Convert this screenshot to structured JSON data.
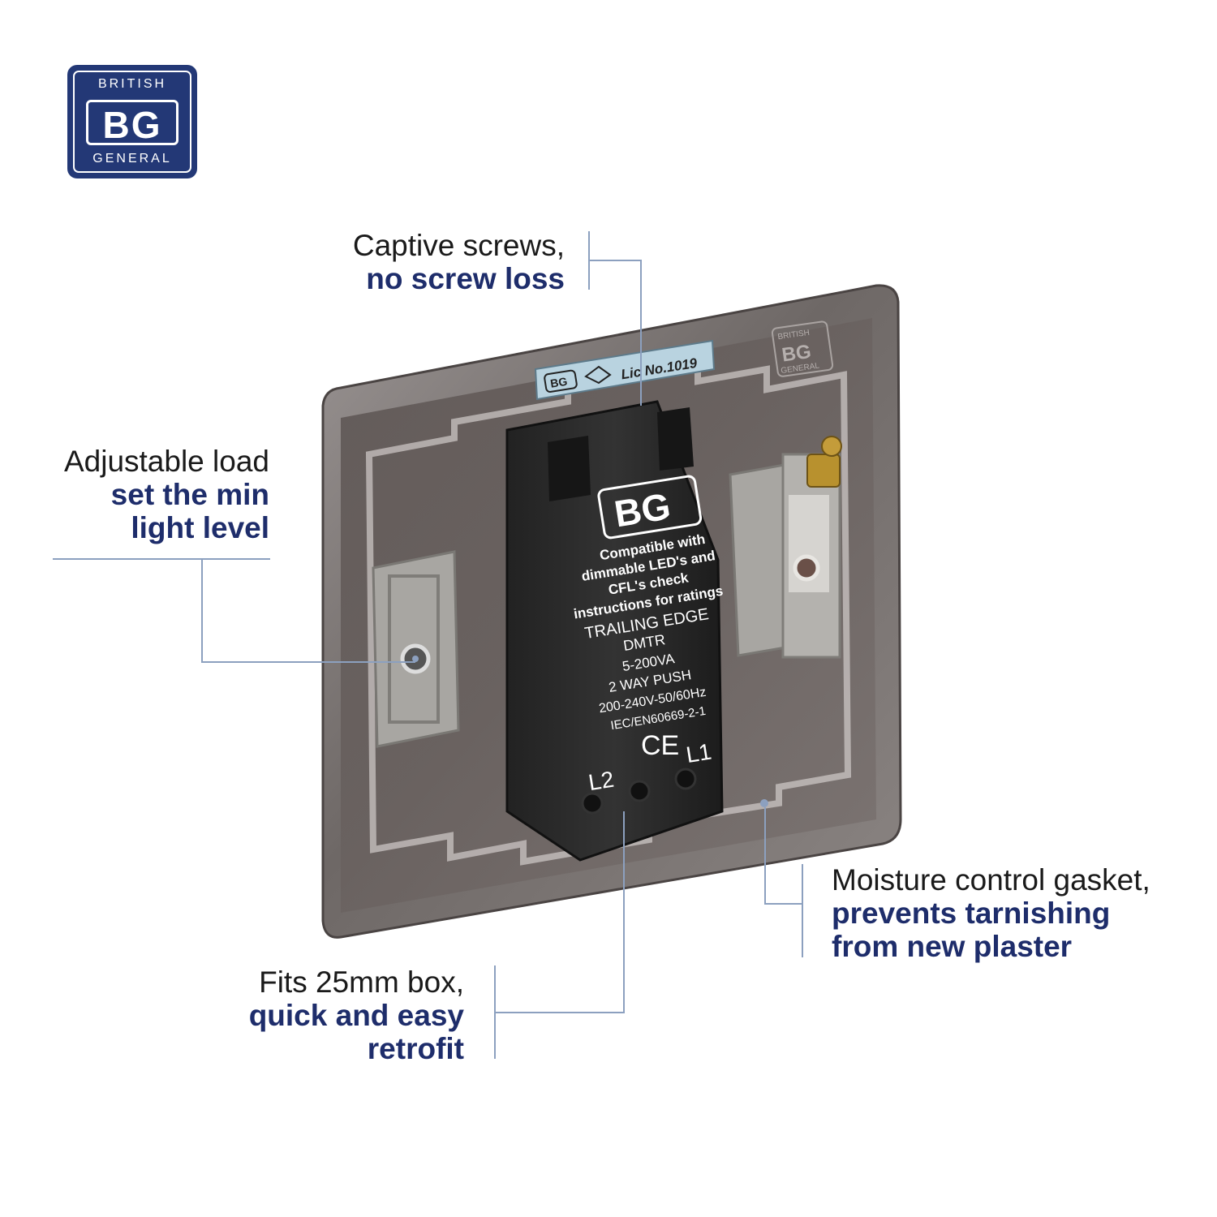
{
  "logo": {
    "top_text": "BRITISH",
    "center_text": "BG",
    "bottom_text": "GENERAL",
    "color": "#233876"
  },
  "callouts": {
    "captive": {
      "line1": "Captive screws,",
      "line2": "no screw loss"
    },
    "adjustable": {
      "line1": "Adjustable load",
      "line2": "set the min",
      "line3": "light level"
    },
    "moisture": {
      "line1": "Moisture control gasket,",
      "line2": "prevents tarnishing",
      "line3": "from new plaster"
    },
    "fits": {
      "line1": "Fits 25mm box,",
      "line2": "quick and easy",
      "line3": "retrofit"
    }
  },
  "plate": {
    "licence_label": "Lic No.1019",
    "badge_bg": "BG",
    "corner_logo_top": "BRITISH",
    "corner_logo_mid": "BG",
    "corner_logo_bottom": "GENERAL"
  },
  "module": {
    "brand": "BG",
    "lines": [
      "Compatible with",
      "dimmable LED's and",
      "CFL's check",
      "instructions for ratings",
      "TRAILING EDGE",
      "DMTR",
      "5-200VA",
      "2 WAY PUSH",
      "200-240V-50/60Hz",
      "IEC/EN60669-2-1"
    ],
    "terminal_l2": "L2",
    "terminal_l1": "L1",
    "mark_ce": "CE"
  },
  "colors": {
    "accent_navy": "#1e2d6b",
    "leader_line": "#8ca0bf"
  }
}
